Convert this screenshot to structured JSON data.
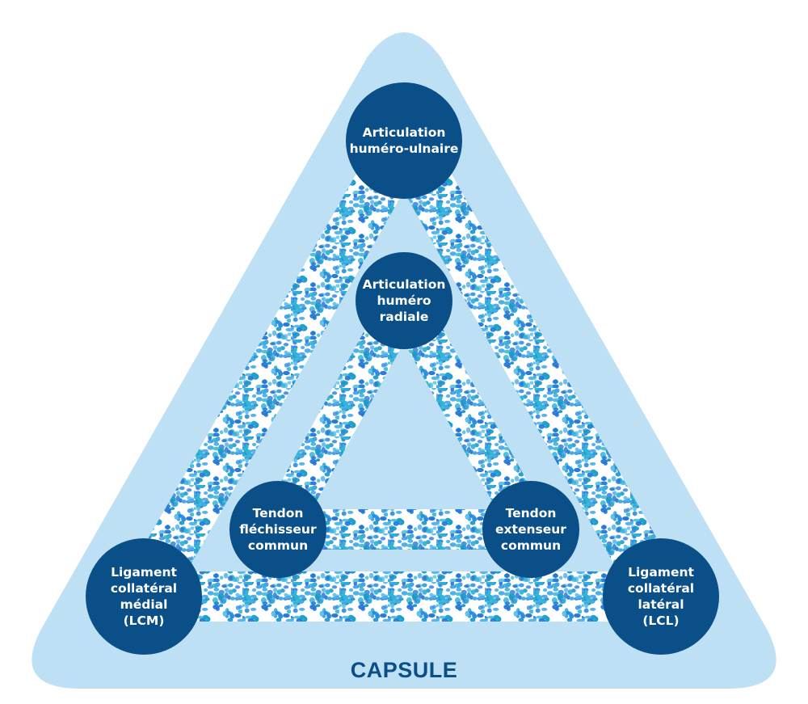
{
  "diagram": {
    "capsule_label": "CAPSULE",
    "colors": {
      "capsule_fill": "#bde0f5",
      "node_fill": "#0a4f87",
      "node_text": "#ffffff",
      "band_base": "#ffffff",
      "band_dots": [
        "#2a8be0",
        "#3fa9e8",
        "#1f74d6",
        "#33b3d6",
        "#5cc0ea",
        "#1a9ac9"
      ]
    },
    "outer_nodes": [
      {
        "id": "humero-ulnaire",
        "lines": [
          "Articulation",
          "huméro-ulnaire"
        ]
      },
      {
        "id": "lcm",
        "lines": [
          "Ligament",
          "collatéral",
          "médial",
          "(LCM)"
        ]
      },
      {
        "id": "lcl",
        "lines": [
          "Ligament",
          "collatéral",
          "latéral",
          "(LCL)"
        ]
      }
    ],
    "inner_nodes": [
      {
        "id": "humero-radiale",
        "lines": [
          "Articulation",
          "huméro",
          "radiale"
        ]
      },
      {
        "id": "flechisseur",
        "lines": [
          "Tendon",
          "fléchisseur",
          "commun"
        ]
      },
      {
        "id": "extenseur",
        "lines": [
          "Tendon",
          "extenseur",
          "commun"
        ]
      }
    ],
    "connections": [
      {
        "from": "humero-ulnaire",
        "to": "lcm",
        "ring": "outer"
      },
      {
        "from": "humero-ulnaire",
        "to": "lcl",
        "ring": "outer"
      },
      {
        "from": "lcm",
        "to": "lcl",
        "ring": "outer"
      },
      {
        "from": "humero-radiale",
        "to": "flechisseur",
        "ring": "inner"
      },
      {
        "from": "humero-radiale",
        "to": "extenseur",
        "ring": "inner"
      },
      {
        "from": "flechisseur",
        "to": "extenseur",
        "ring": "inner"
      }
    ]
  }
}
